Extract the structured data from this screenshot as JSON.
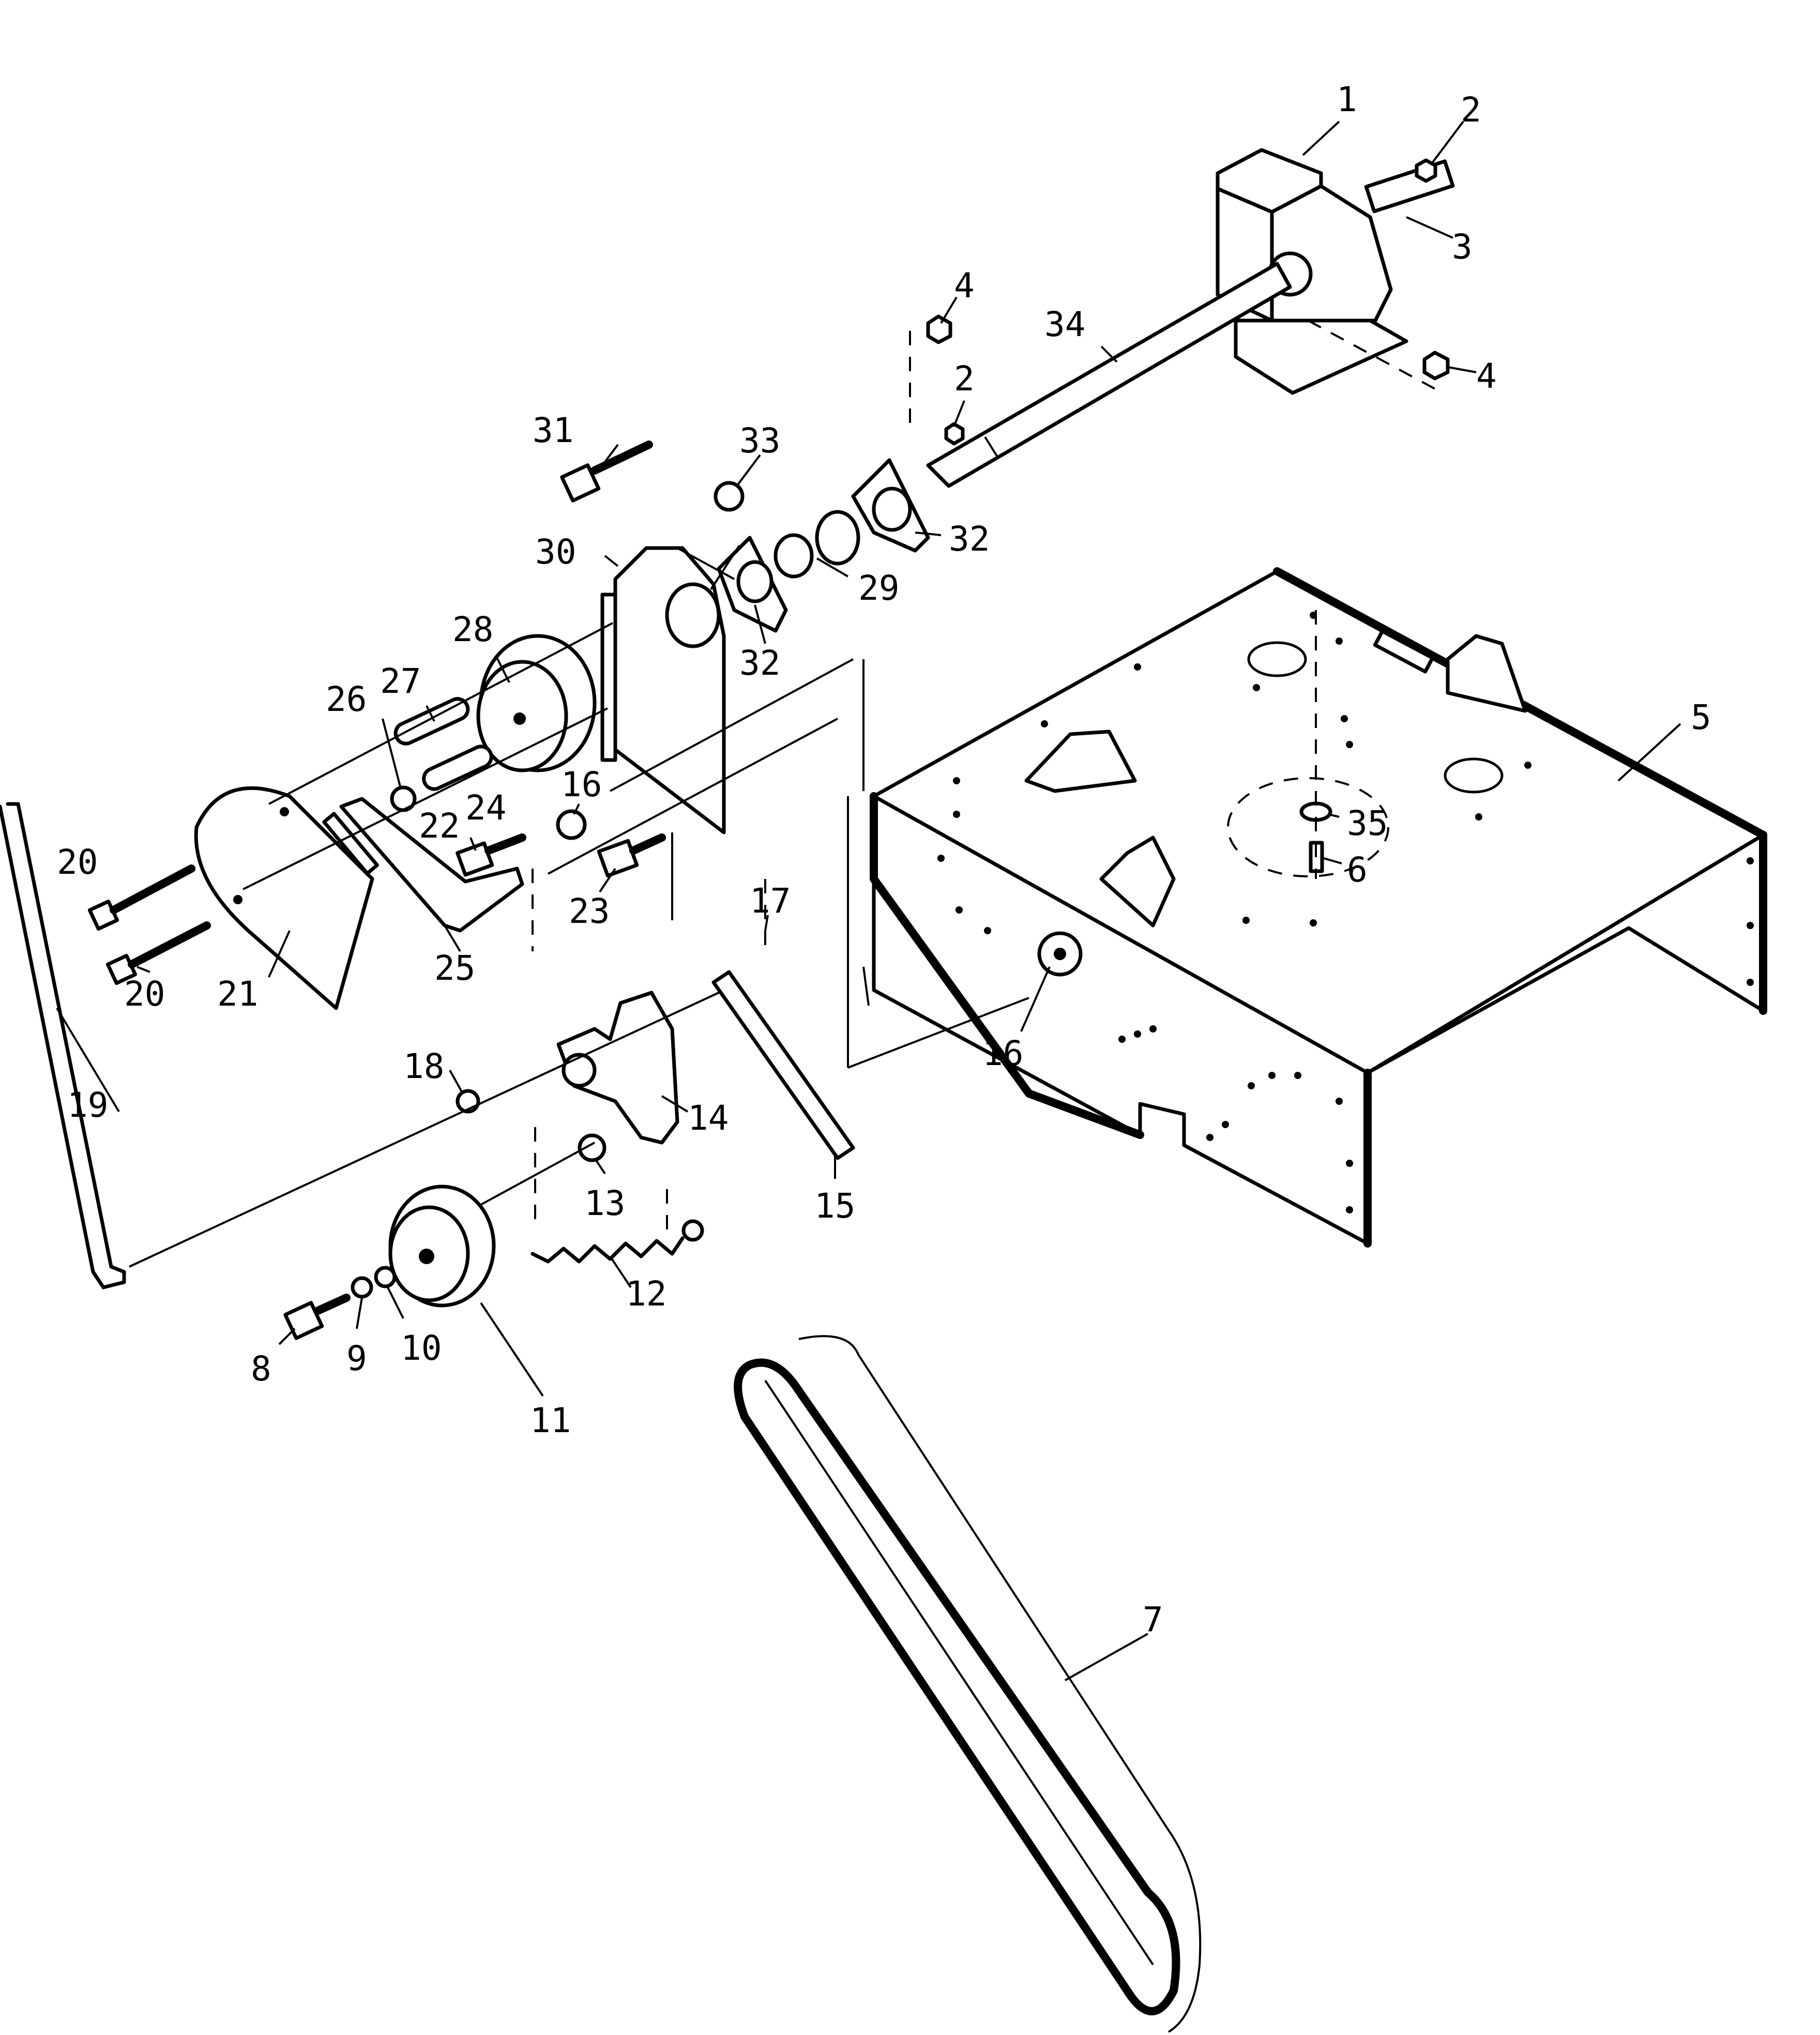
{
  "callouts": [
    {
      "id": "c1",
      "text": "1"
    },
    {
      "id": "c2a",
      "text": "2"
    },
    {
      "id": "c3",
      "text": "3"
    },
    {
      "id": "c4a",
      "text": "4"
    },
    {
      "id": "c34",
      "text": "34"
    },
    {
      "id": "c4b",
      "text": "4"
    },
    {
      "id": "c2b",
      "text": "2"
    },
    {
      "id": "c31",
      "text": "31"
    },
    {
      "id": "c33",
      "text": "33"
    },
    {
      "id": "c32a",
      "text": "32"
    },
    {
      "id": "c30",
      "text": "30"
    },
    {
      "id": "c29",
      "text": "29"
    },
    {
      "id": "c28",
      "text": "28"
    },
    {
      "id": "c32b",
      "text": "32"
    },
    {
      "id": "c27",
      "text": "27"
    },
    {
      "id": "c26",
      "text": "26"
    },
    {
      "id": "c5",
      "text": "5"
    },
    {
      "id": "c16a",
      "text": "16"
    },
    {
      "id": "c22",
      "text": "22"
    },
    {
      "id": "c24",
      "text": "24"
    },
    {
      "id": "c35",
      "text": "35"
    },
    {
      "id": "c20a",
      "text": "20"
    },
    {
      "id": "c6",
      "text": "6"
    },
    {
      "id": "c23",
      "text": "23"
    },
    {
      "id": "c17",
      "text": "17"
    },
    {
      "id": "c25",
      "text": "25"
    },
    {
      "id": "c21",
      "text": "21"
    },
    {
      "id": "c20b",
      "text": "20"
    },
    {
      "id": "c16b",
      "text": "16"
    },
    {
      "id": "c18",
      "text": "18"
    },
    {
      "id": "c19",
      "text": "19"
    },
    {
      "id": "c14",
      "text": "14"
    },
    {
      "id": "c15",
      "text": "15"
    },
    {
      "id": "c13",
      "text": "13"
    },
    {
      "id": "c12",
      "text": "12"
    },
    {
      "id": "c8",
      "text": "8"
    },
    {
      "id": "c9",
      "text": "9"
    },
    {
      "id": "c10",
      "text": "10"
    },
    {
      "id": "c11",
      "text": "11"
    },
    {
      "id": "c7",
      "text": "7"
    }
  ],
  "colors": {
    "ink": "#000000",
    "paper": "#ffffff"
  }
}
